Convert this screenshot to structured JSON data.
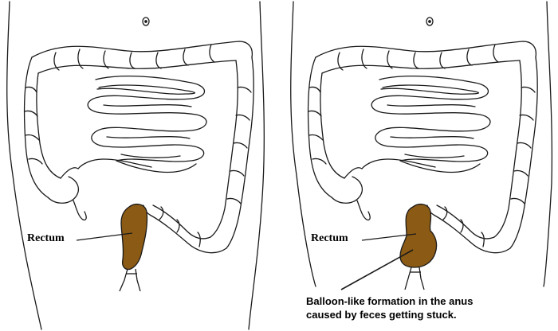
{
  "colors": {
    "outline": "#1a1a1a",
    "rectum_fill": "#8b5a14",
    "background": "#ffffff"
  },
  "panels": [
    {
      "label": "Rectum"
    },
    {
      "label": "Rectum"
    }
  ],
  "caption": {
    "line1": "Balloon-like formation in the anus",
    "line2": "caused by feces getting stuck."
  }
}
